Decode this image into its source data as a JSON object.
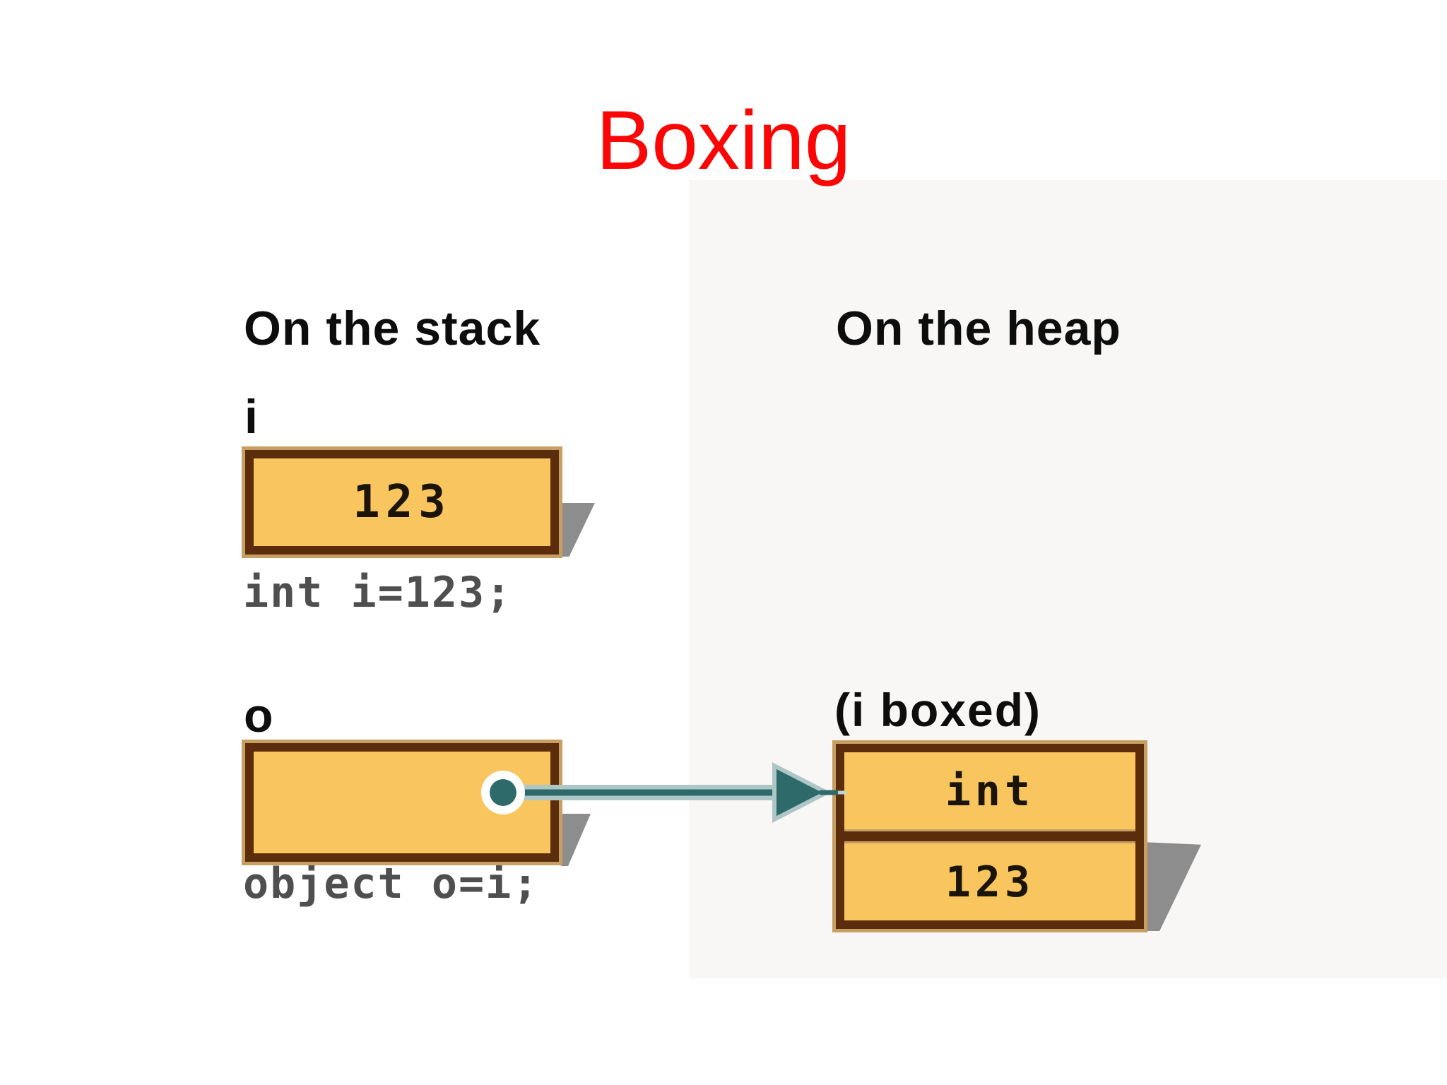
{
  "slide": {
    "title": "Boxing"
  },
  "diagram": {
    "columns": [
      {
        "id": "stack",
        "header": "On the stack"
      },
      {
        "id": "heap",
        "header": "On the heap"
      }
    ],
    "stack_items": [
      {
        "label": "i",
        "value": "123",
        "code": "int i=123;"
      },
      {
        "label": "o",
        "value": "",
        "code": "object o=i;"
      }
    ],
    "heap_items": [
      {
        "label": "(i boxed)",
        "type": "int",
        "value": "123"
      }
    ]
  },
  "colors": {
    "title": "#fb0505",
    "text_dark": "#0d0d0d",
    "code_text": "#4f4f4f",
    "box_fill": "#f9c55f",
    "box_border": "#5c2d0c",
    "box_outer_edge": "#c79f62",
    "shadow": "#8d8d8d",
    "arrow_dark": "#2f6a6a",
    "arrow_light": "#aec6c6",
    "panel_bg": "#f8f7f5"
  }
}
